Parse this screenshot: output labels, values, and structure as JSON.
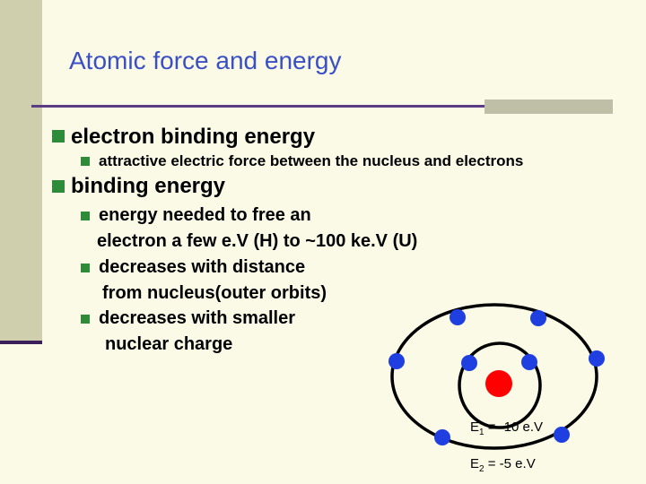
{
  "slide": {
    "title": "Atomic force and energy",
    "bullets": [
      {
        "text": "electron binding energy",
        "sub": [
          "attractive electric force between the nucleus and electrons"
        ]
      },
      {
        "text": "binding energy",
        "sub": [
          "energy needed to free an",
          "electron a few e.V (H) to ~100 ke.V (U)",
          "decreases with distance",
          "from nucleus(outer orbits)",
          "decreases with smaller",
          "nuclear charge"
        ]
      }
    ]
  },
  "diagram": {
    "nucleus_color": "#ff0000",
    "electron_color": "#1f3fe0",
    "orbit_color": "#000000",
    "e1": {
      "symbol": "E",
      "subscript": "1",
      "value": " = -10 e.V"
    },
    "e2": {
      "symbol": "E",
      "subscript": "2",
      "value": " = -5 e.V"
    }
  },
  "colors": {
    "title": "#3b4fc4",
    "bullet": "#2e8b3a",
    "background": "#fafae6"
  }
}
